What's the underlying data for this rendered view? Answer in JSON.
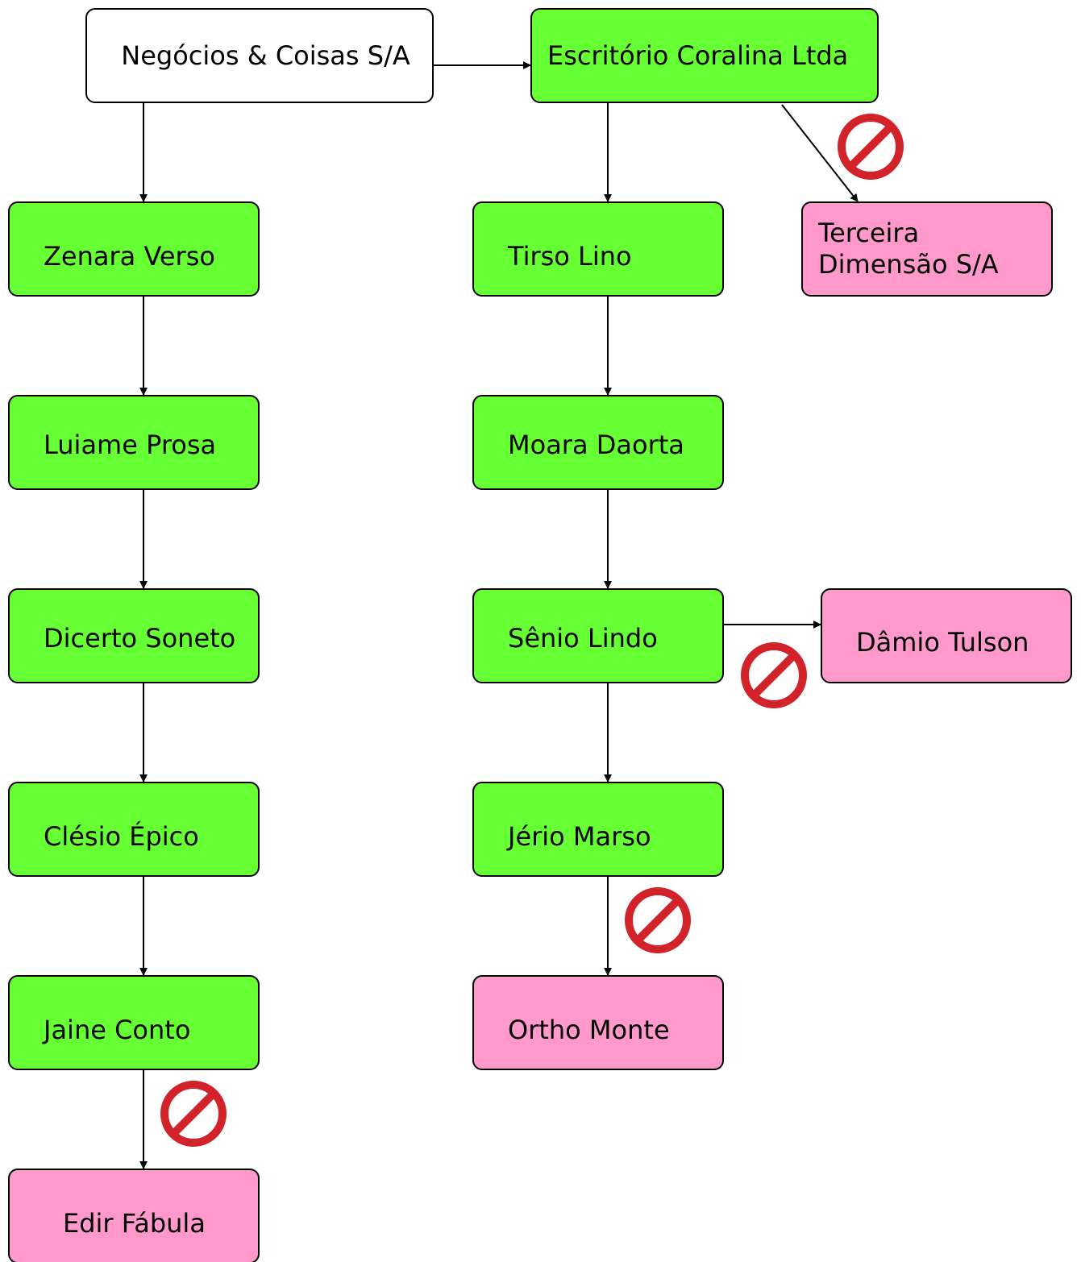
{
  "colors": {
    "neutral": "#ffffff",
    "approved": "#66ff33",
    "blocked": "#ff99cc",
    "forbidden_icon": "#d2232a",
    "line": "#000000"
  },
  "nodes": {
    "negocios": {
      "label": "Negócios & Coisas S/A",
      "status": "neutral"
    },
    "coralina": {
      "label": "Escritório Coralina Ltda",
      "status": "approved"
    },
    "zenara": {
      "label": "Zenara Verso",
      "status": "approved"
    },
    "tirso": {
      "label": "Tirso Lino",
      "status": "approved"
    },
    "terceira": {
      "label": "Terceira\nDimensão S/A",
      "status": "blocked"
    },
    "luiame": {
      "label": "Luiame Prosa",
      "status": "approved"
    },
    "moara": {
      "label": "Moara Daorta",
      "status": "approved"
    },
    "dicerto": {
      "label": "Dicerto Soneto",
      "status": "approved"
    },
    "senio": {
      "label": "Sênio Lindo",
      "status": "approved"
    },
    "damio": {
      "label": "Dâmio Tulson",
      "status": "blocked"
    },
    "clesio": {
      "label": "Clésio Épico",
      "status": "approved"
    },
    "jerio": {
      "label": "Jério Marso",
      "status": "approved"
    },
    "jaine": {
      "label": "Jaine Conto",
      "status": "approved"
    },
    "ortho": {
      "label": "Ortho Monte",
      "status": "blocked"
    },
    "edir": {
      "label": "Edir Fábula",
      "status": "blocked"
    }
  },
  "edges": [
    {
      "from": "negocios",
      "to": "coralina",
      "blocked": false
    },
    {
      "from": "negocios",
      "to": "zenara",
      "blocked": false
    },
    {
      "from": "coralina",
      "to": "tirso",
      "blocked": false
    },
    {
      "from": "coralina",
      "to": "terceira",
      "blocked": true
    },
    {
      "from": "zenara",
      "to": "luiame",
      "blocked": false
    },
    {
      "from": "luiame",
      "to": "dicerto",
      "blocked": false
    },
    {
      "from": "dicerto",
      "to": "clesio",
      "blocked": false
    },
    {
      "from": "clesio",
      "to": "jaine",
      "blocked": false
    },
    {
      "from": "jaine",
      "to": "edir",
      "blocked": true
    },
    {
      "from": "tirso",
      "to": "moara",
      "blocked": false
    },
    {
      "from": "moara",
      "to": "senio",
      "blocked": false
    },
    {
      "from": "senio",
      "to": "damio",
      "blocked": true
    },
    {
      "from": "senio",
      "to": "jerio",
      "blocked": false
    },
    {
      "from": "jerio",
      "to": "ortho",
      "blocked": true
    }
  ]
}
